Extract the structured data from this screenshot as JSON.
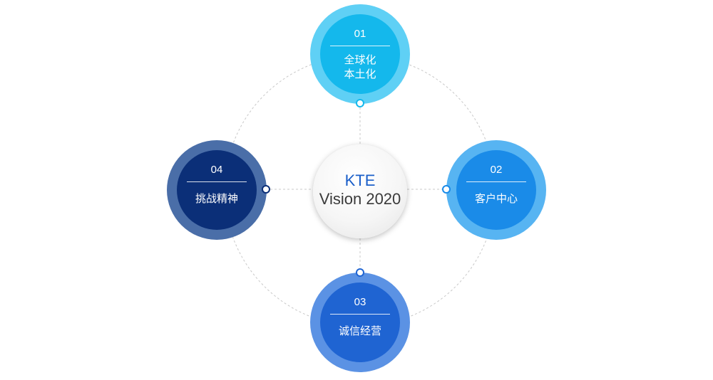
{
  "diagram": {
    "center": {
      "line1": "KTE",
      "line2": "Vision 2020"
    },
    "nodes": [
      {
        "id": "01",
        "label": "全球化\n本土化",
        "ring_color": "#5fd0f5",
        "fill_color": "#14b8ec"
      },
      {
        "id": "02",
        "label": "客户中心",
        "ring_color": "#57b4f2",
        "fill_color": "#1a8be8"
      },
      {
        "id": "03",
        "label": "诚信经营",
        "ring_color": "#5b92e4",
        "fill_color": "#1f64d2"
      },
      {
        "id": "04",
        "label": "挑战精神",
        "ring_color": "#4a6ea8",
        "fill_color": "#0b2f78"
      }
    ],
    "colors": {
      "center_title": "#1b5fc9",
      "center_subtitle": "#3a3a3a",
      "dashed_lines": "#c8c8c8"
    }
  }
}
